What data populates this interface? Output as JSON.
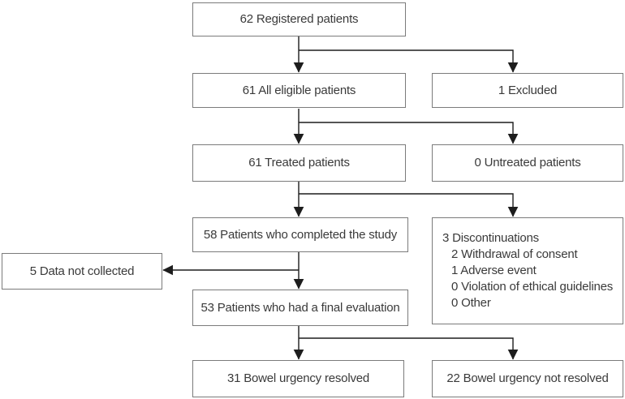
{
  "diagram": {
    "type": "flowchart",
    "boxes": {
      "registered": {
        "label": "62 Registered patients"
      },
      "eligible": {
        "label": "61 All eligible patients"
      },
      "excluded": {
        "label": "1 Excluded"
      },
      "treated": {
        "label": "61 Treated patients"
      },
      "untreated": {
        "label": "0 Untreated patients"
      },
      "completed": {
        "label": "58 Patients who completed the study"
      },
      "discontinuations": {
        "label": "3 Discontinuations",
        "items": [
          "2 Withdrawal of consent",
          "1 Adverse event",
          "0 Violation of ethical guidelines",
          "0 Other"
        ]
      },
      "data_not_collected": {
        "label": "5 Data not collected"
      },
      "final_evaluation": {
        "label": "53 Patients who had a final evaluation"
      },
      "urgency_resolved": {
        "label": "31 Bowel urgency resolved"
      },
      "urgency_not_resolved": {
        "label": "22 Bowel urgency not resolved"
      }
    },
    "colors": {
      "background": "#ffffff",
      "box_border": "#7b7b7b",
      "text": "#3a3a3a",
      "arrow": "#1d1d1d"
    }
  }
}
